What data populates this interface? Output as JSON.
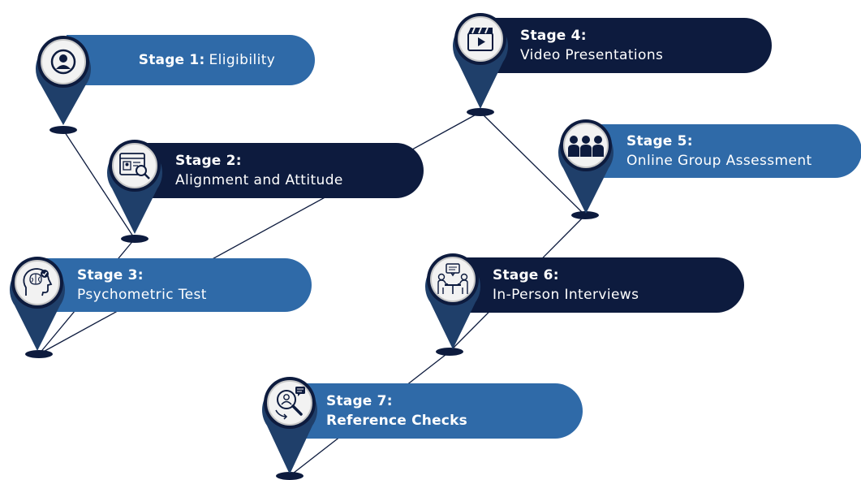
{
  "colors": {
    "navy": "#0d1b3e",
    "blue": "#2f6aa8",
    "pin_outline": "#0d1b3e",
    "icon_bg": "#e9e9e9"
  },
  "stages": [
    {
      "num_label": "Stage 1:",
      "title": "Eligibility",
      "icon": "user-circle-icon",
      "color": "blue"
    },
    {
      "num_label": "Stage 2:",
      "title": "Alignment and Attitude",
      "icon": "profile-search-icon",
      "color": "navy"
    },
    {
      "num_label": "Stage 3:",
      "title": "Psychometric Test",
      "icon": "brain-head-icon",
      "color": "blue"
    },
    {
      "num_label": "Stage 4:",
      "title": "Video Presentations",
      "icon": "video-clapper-icon",
      "color": "navy"
    },
    {
      "num_label": "Stage 5:",
      "title": "Online Group Assessment",
      "icon": "group-people-icon",
      "color": "blue"
    },
    {
      "num_label": "Stage 6:",
      "title": "In-Person Interviews",
      "icon": "interview-table-icon",
      "color": "navy"
    },
    {
      "num_label": "Stage 7:",
      "title": "Reference Checks",
      "icon": "reference-search-icon",
      "color": "blue"
    }
  ]
}
